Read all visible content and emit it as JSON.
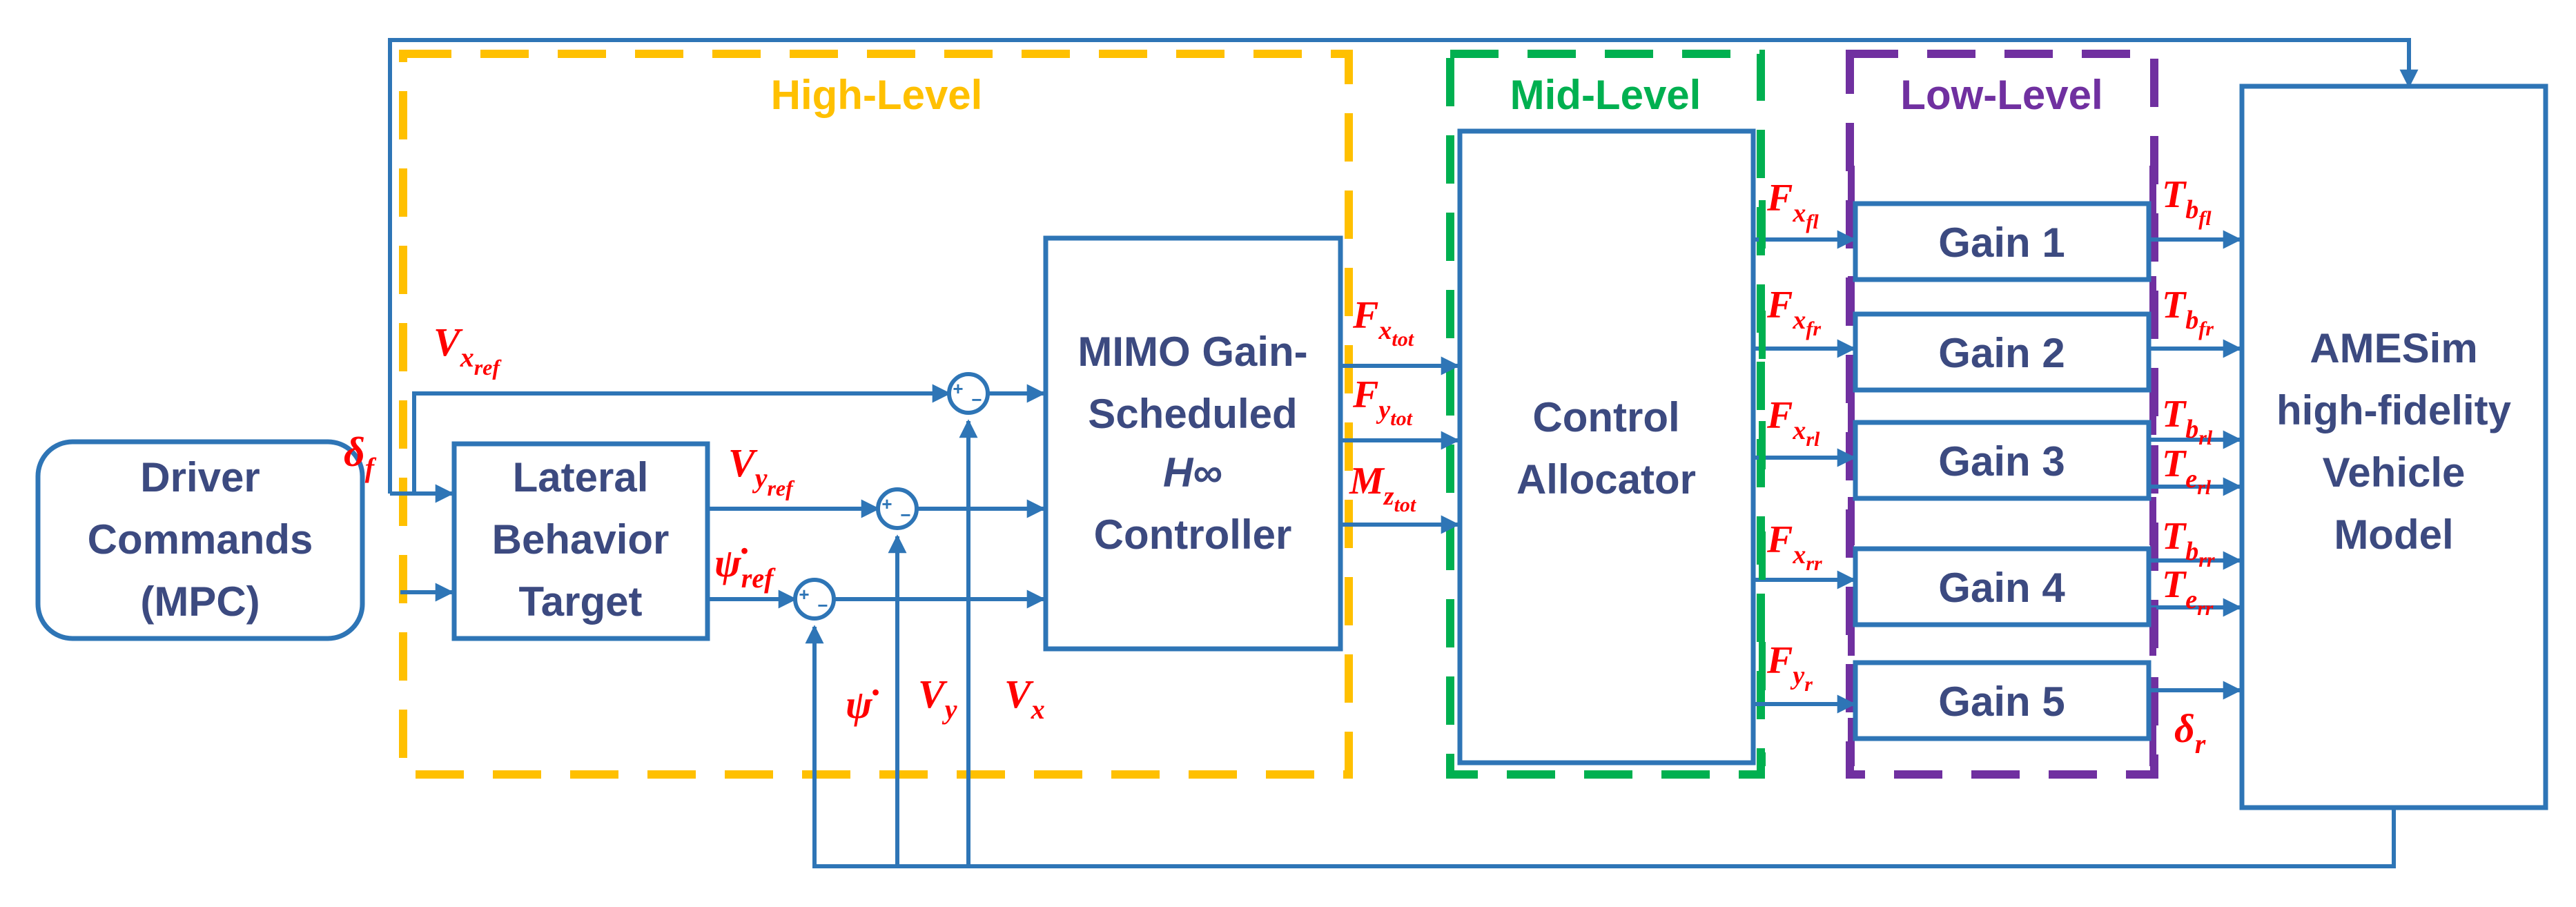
{
  "levels": {
    "high": {
      "label": "High-Level",
      "color": "#ffc000"
    },
    "mid": {
      "label": "Mid-Level",
      "color": "#00b050"
    },
    "low": {
      "label": "Low-Level",
      "color": "#7030a0"
    }
  },
  "blocks": {
    "driver": [
      "Driver",
      "Commands",
      "(MPC)"
    ],
    "lateral": [
      "Lateral",
      "Behavior",
      "Target"
    ],
    "mimo": [
      "MIMO Gain-",
      "Scheduled",
      "H∞",
      "Controller"
    ],
    "allocator": [
      "Control",
      "Allocator"
    ],
    "gains": [
      "Gain 1",
      "Gain 2",
      "Gain 3",
      "Gain 4",
      "Gain 5"
    ],
    "vehicle": [
      "AMESim",
      "high-fidelity",
      "Vehicle",
      "Model"
    ]
  },
  "signals": {
    "delta_f": {
      "base": "δ",
      "sub": "f"
    },
    "vx_ref": {
      "base": "V",
      "sub": "x",
      "subsub": "ref"
    },
    "vy_ref": {
      "base": "V",
      "sub": "y",
      "subsub": "ref"
    },
    "psi_ref": {
      "base": "ψ̇",
      "sub": "ref"
    },
    "psi_dot": {
      "base": "ψ̇"
    },
    "vy": {
      "base": "V",
      "sub": "y"
    },
    "vx": {
      "base": "V",
      "sub": "x"
    },
    "fx_tot": {
      "base": "F",
      "sub": "x",
      "subsub": "tot"
    },
    "fy_tot": {
      "base": "F",
      "sub": "y",
      "subsub": "tot"
    },
    "mz_tot": {
      "base": "M",
      "sub": "z",
      "subsub": "tot"
    },
    "fx_fl": {
      "base": "F",
      "sub": "x",
      "subsub": "fl"
    },
    "fx_fr": {
      "base": "F",
      "sub": "x",
      "subsub": "fr"
    },
    "fx_rl": {
      "base": "F",
      "sub": "x",
      "subsub": "rl"
    },
    "fx_rr": {
      "base": "F",
      "sub": "x",
      "subsub": "rr"
    },
    "fy_r": {
      "base": "F",
      "sub": "y",
      "subsub": "r"
    },
    "tb_fl": {
      "base": "T",
      "sub": "b",
      "subsub": "fl"
    },
    "tb_fr": {
      "base": "T",
      "sub": "b",
      "subsub": "fr"
    },
    "tb_rl": {
      "base": "T",
      "sub": "b",
      "subsub": "rl"
    },
    "te_rl": {
      "base": "T",
      "sub": "e",
      "subsub": "rl"
    },
    "tb_rr": {
      "base": "T",
      "sub": "b",
      "subsub": "rr"
    },
    "te_rr": {
      "base": "T",
      "sub": "e",
      "subsub": "rr"
    },
    "delta_r": {
      "base": "δ",
      "sub": "r"
    }
  },
  "summing": {
    "plus": "+",
    "minus": "−"
  }
}
